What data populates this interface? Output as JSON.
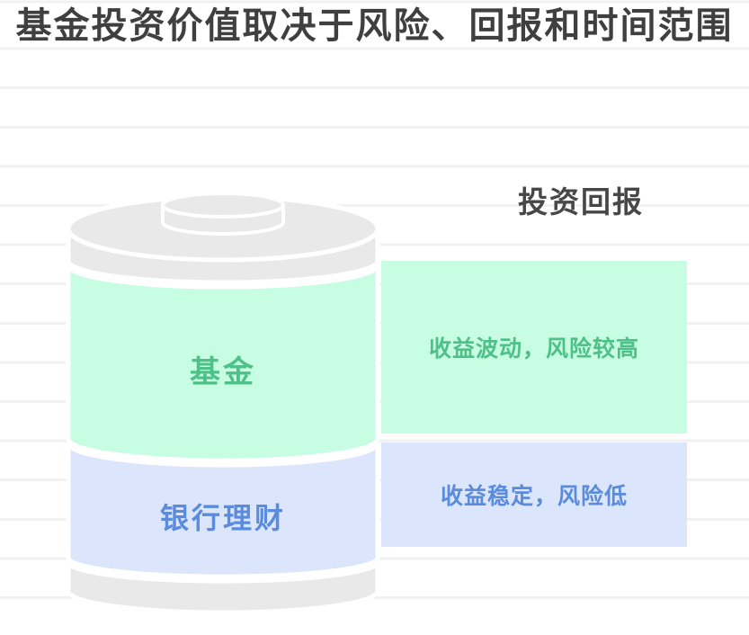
{
  "title": "基金投资价值取决于风险、回报和时间范围",
  "column_header": "投资回报",
  "cylinder": {
    "segments": [
      {
        "id": "fund",
        "label": "基金",
        "return_description": "收益波动，风险较高",
        "fill": "#c6fde3",
        "text_color": "#4fc188"
      },
      {
        "id": "bank",
        "label": "银行理财",
        "return_description": "收益稳定，风险低",
        "fill": "#dbe6fd",
        "text_color": "#5b8bdc"
      }
    ]
  },
  "colors": {
    "title_text": "#3f3f3f",
    "header_text": "#474747",
    "cylinder_gray": "#e9e9e9",
    "separator_white": "#ffffff",
    "ruled_line": "#f1f1f1",
    "background": "#ffffff"
  }
}
